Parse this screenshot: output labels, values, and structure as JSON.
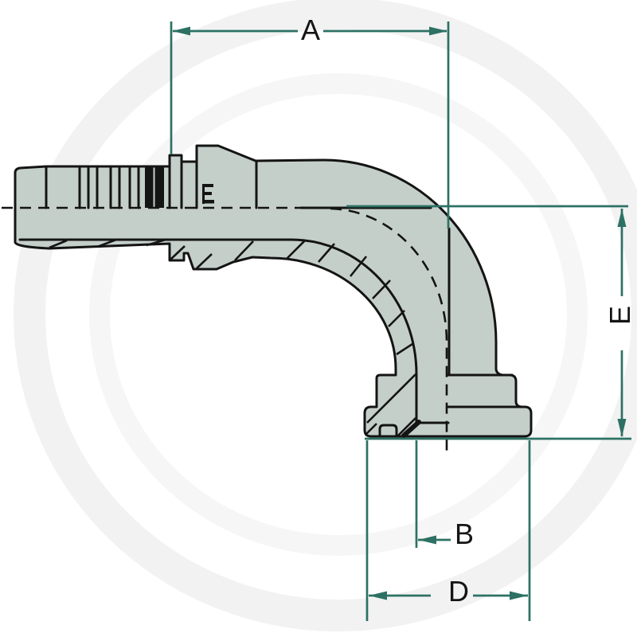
{
  "drawing": {
    "type": "hydraulic-fitting-90-degree-flange-elbow-section",
    "dimension_labels": {
      "a": "A",
      "b": "B",
      "d": "D",
      "e": "E"
    }
  },
  "colors": {
    "accent": "#2d7164",
    "ink": "#141414",
    "body_fill": "#c5cfca",
    "background": "#ffffff",
    "watermark": "#f2f2f2"
  }
}
